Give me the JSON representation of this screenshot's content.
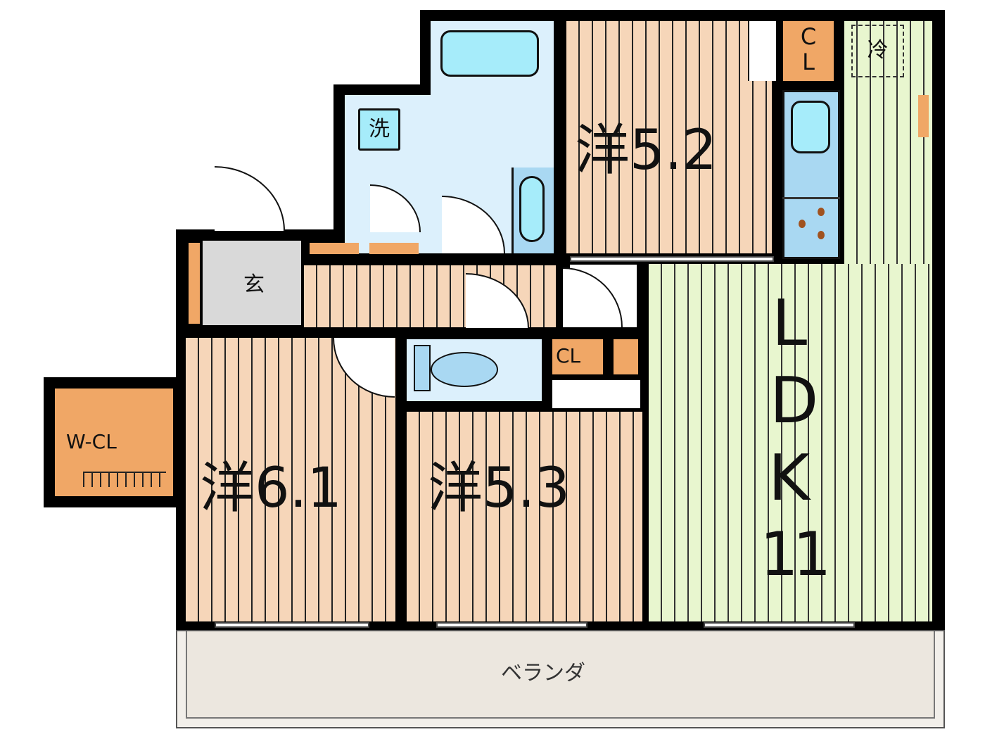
{
  "floor_plan": {
    "rooms": {
      "western_52": "洋5.2",
      "western_61": "洋6.1",
      "western_53": "洋5.3",
      "ldk_letters": [
        "L",
        "D",
        "K"
      ],
      "ldk_size": "11",
      "entrance": "玄",
      "washer": "洗",
      "fridge": "冷",
      "closet_top": [
        "C",
        "L"
      ],
      "closet_mid": "CL",
      "walk_in_closet": "W-CL",
      "veranda": "ベランダ"
    },
    "colors": {
      "wood": "#f6d6b9",
      "ldk": "#e8f6cf",
      "wet_area": "#dcf0fc",
      "closet": "#f0a766",
      "entrance": "#d9d9d9"
    }
  }
}
